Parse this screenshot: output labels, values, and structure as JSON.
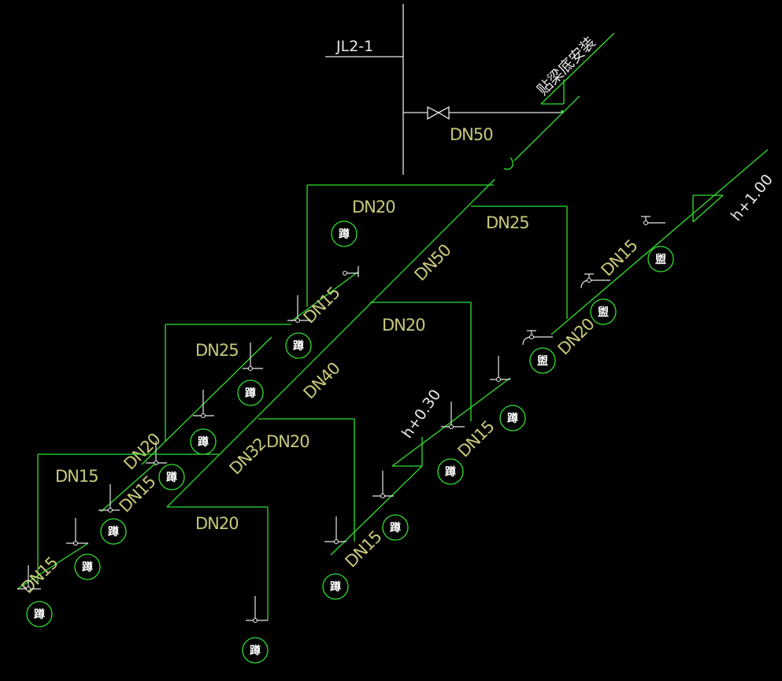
{
  "riser": {
    "label": "JL2-1"
  },
  "main": {
    "size_label": "DN50",
    "note": "贴梁底安装"
  },
  "elevations": {
    "h1": "h+1.00",
    "h2": "h+0.30"
  },
  "fixture_symbols": {
    "squat": "蹲",
    "basin": "盥"
  },
  "pipe_labels": [
    "DN50",
    "DN20",
    "DN25",
    "DN50",
    "DN15",
    "DN20",
    "DN20",
    "DN15",
    "DN25",
    "DN40",
    "DN20",
    "DN20",
    "DN15",
    "DN32",
    "DN20",
    "DN15",
    "DN15",
    "DN15",
    "DN15"
  ],
  "colors": {
    "background": "#000000",
    "pipe": "#2fe02f",
    "label": "#c8c87a",
    "fixture_text": "#ffffff"
  }
}
